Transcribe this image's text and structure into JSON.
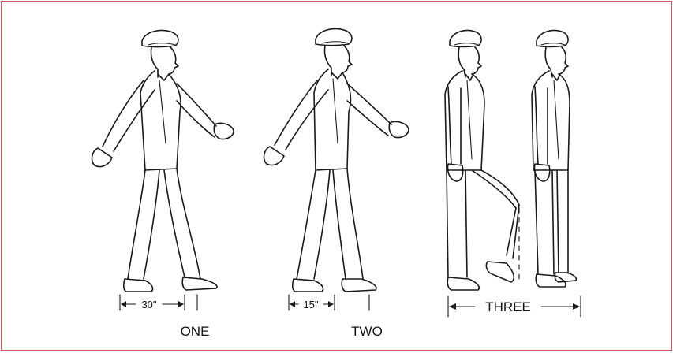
{
  "border_color": "#d9535f",
  "captions": {
    "one": "ONE",
    "two": "TWO",
    "three": "THREE"
  },
  "dimensions": {
    "one": "30\"",
    "two": "15\""
  }
}
